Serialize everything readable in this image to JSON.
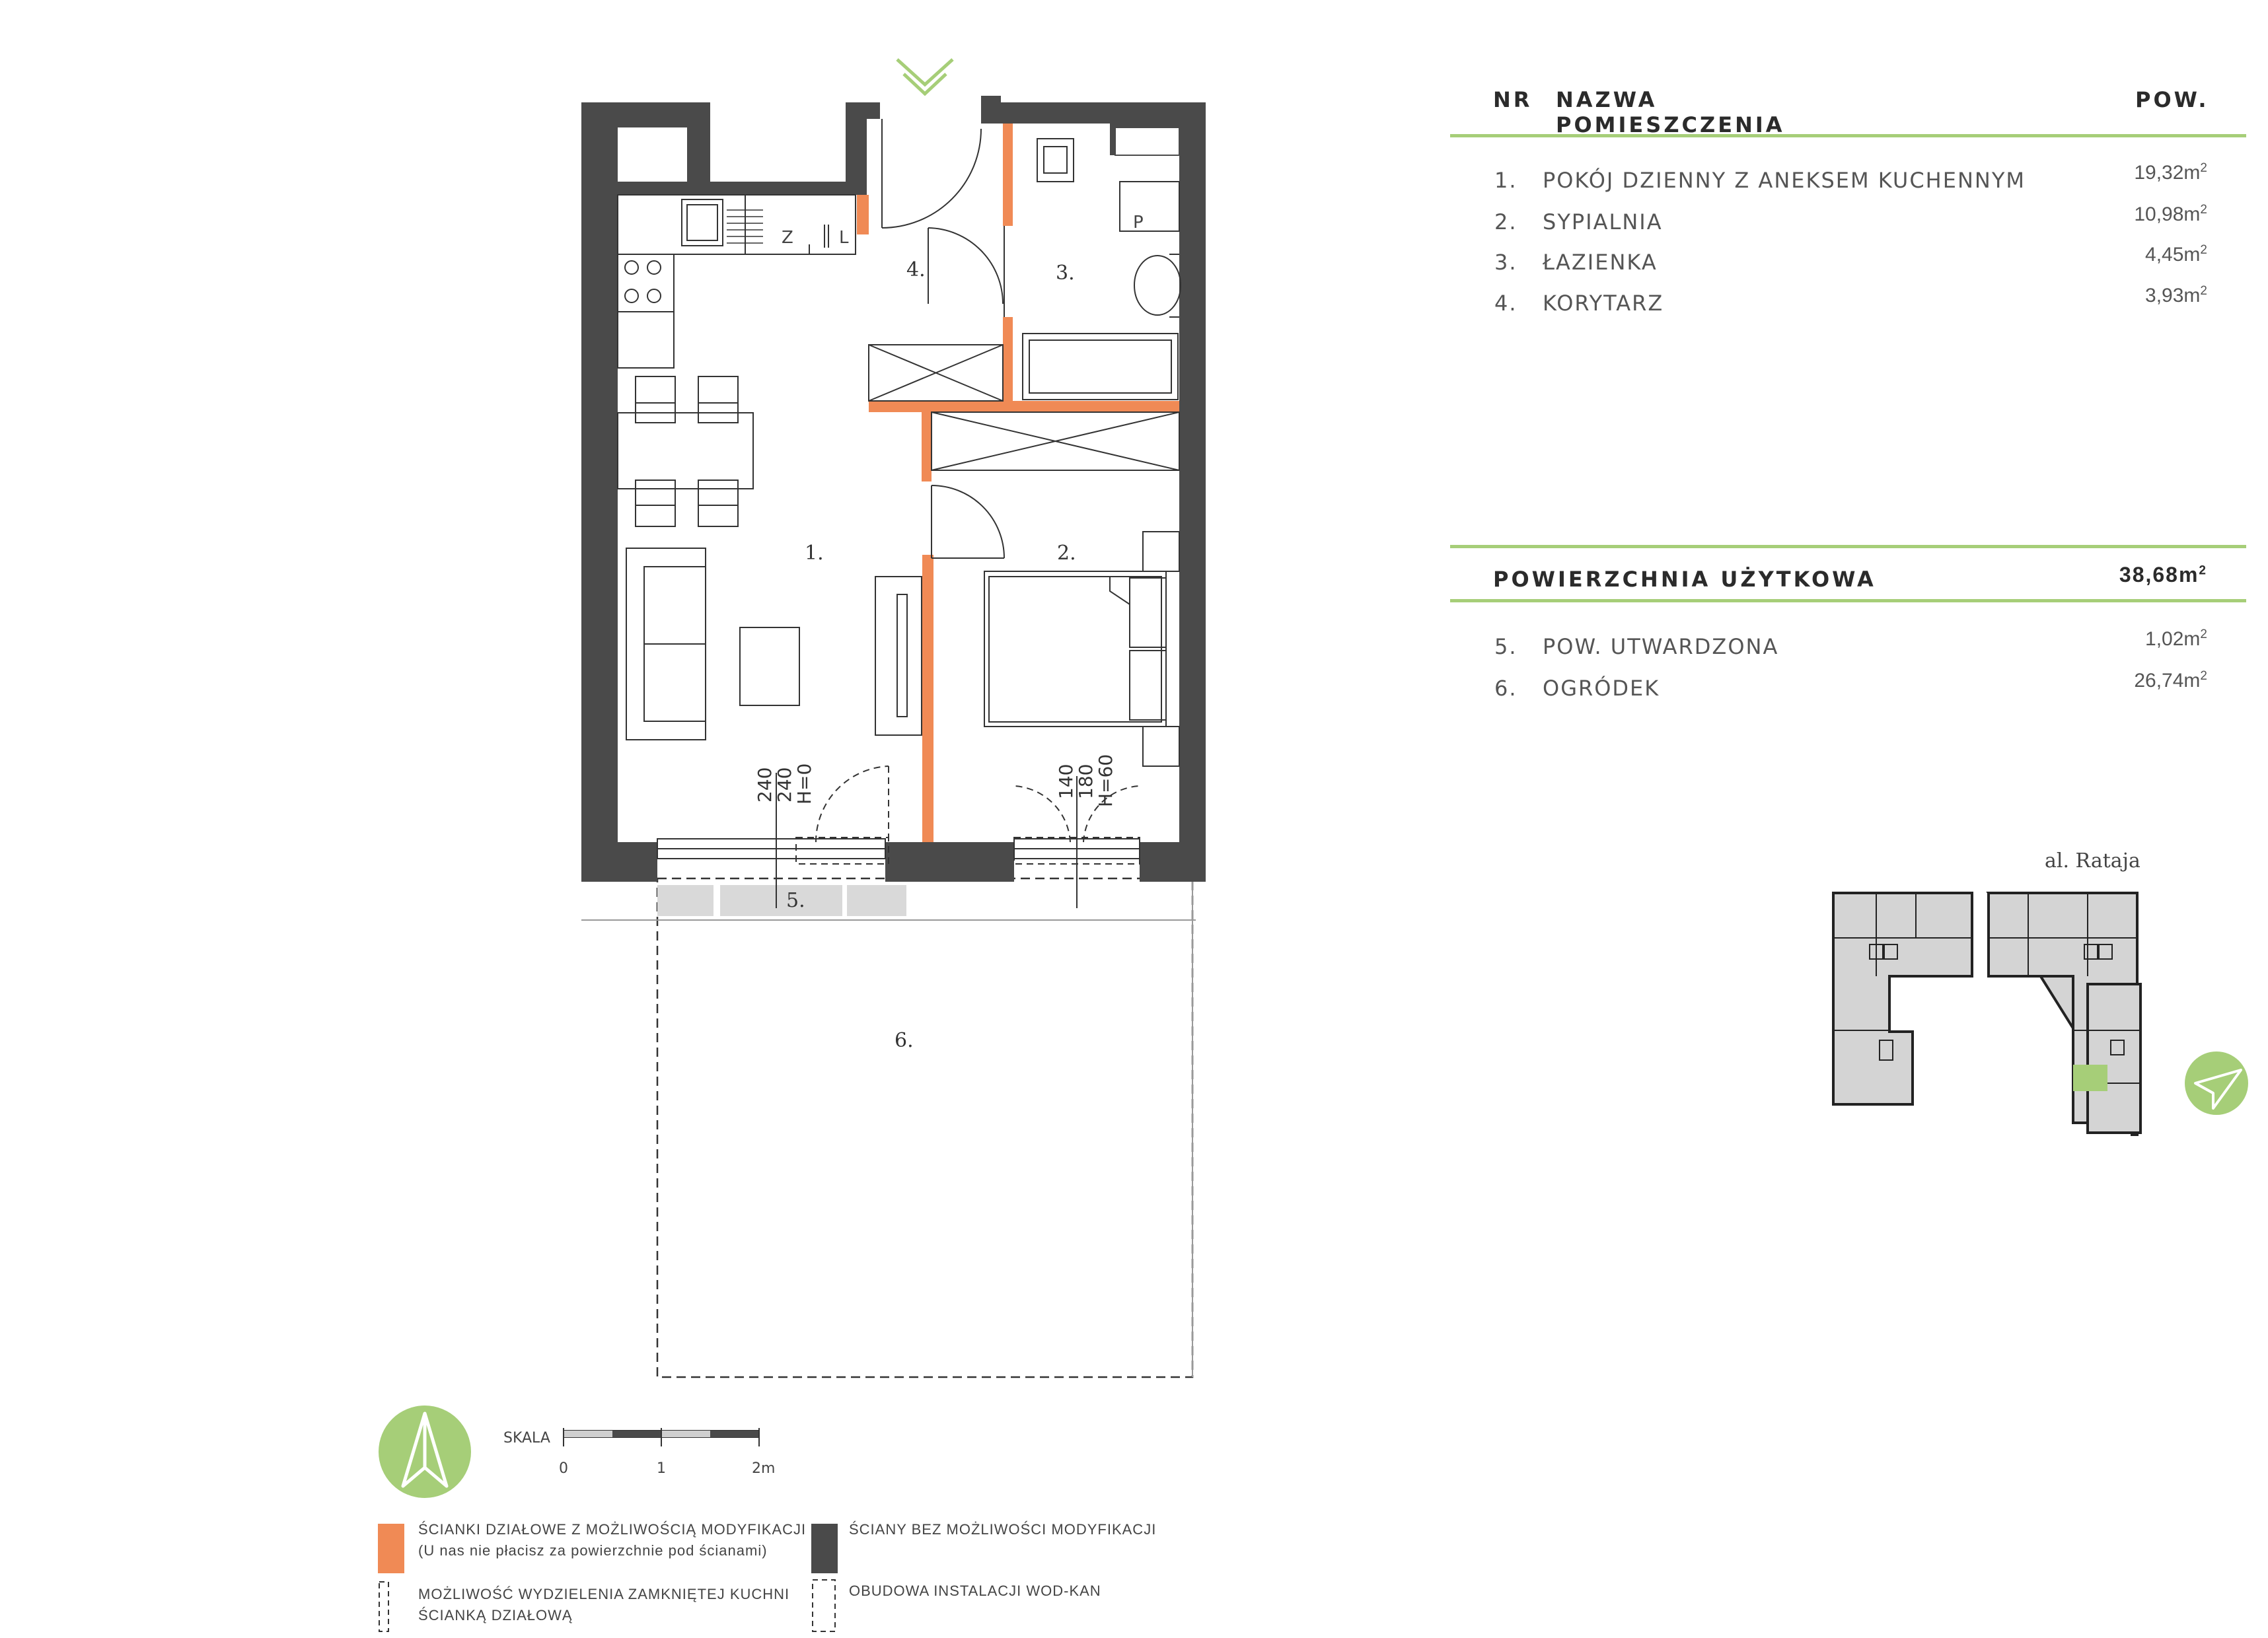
{
  "table": {
    "col_nr": "NR",
    "col_name": "NAZWA POMIESZCZENIA",
    "col_area": "POW.",
    "rooms": [
      {
        "nr": "1.",
        "name": "POKÓJ DZIENNY Z ANEKSEM KUCHENNYM",
        "area": "19,32m",
        "unit_exp": "2"
      },
      {
        "nr": "2.",
        "name": "SYPIALNIA",
        "area": "10,98m",
        "unit_exp": "2"
      },
      {
        "nr": "3.",
        "name": "ŁAZIENKA",
        "area": "4,45m",
        "unit_exp": "2"
      },
      {
        "nr": "4.",
        "name": "KORYTARZ",
        "area": "3,93m",
        "unit_exp": "2"
      }
    ],
    "usable_label": "POWIERZCHNIA UŻYTKOWA",
    "usable_value": "38,68m",
    "usable_exp": "2",
    "extras": [
      {
        "nr": "5.",
        "name": "POW. UTWARDZONA",
        "area": "1,02m",
        "unit_exp": "2"
      },
      {
        "nr": "6.",
        "name": "OGRÓDEK",
        "area": "26,74m",
        "unit_exp": "2"
      }
    ]
  },
  "plan_labels": {
    "r1": "1.",
    "r2": "2.",
    "r3": "3.",
    "r4": "4.",
    "r5": "5.",
    "r6": "6.",
    "fridge": "Z",
    "washer": "L",
    "wc": "P",
    "win1_a": "240",
    "win1_b": "240",
    "win1_c": "H=0",
    "win2_a": "140",
    "win2_b": "180",
    "win2_c": "H=60"
  },
  "location": {
    "street": "al. Rataja"
  },
  "scale": {
    "label": "SKALA",
    "t0": "0",
    "t1": "1",
    "t2": "2m"
  },
  "legend": {
    "orange_line1": "ŚCIANKI DZIAŁOWE Z MOŻLIWOŚCIĄ MODYFIKACJI",
    "orange_line2": "(U nas nie płacisz za powierzchnie pod ścianami)",
    "dark": "ŚCIANY BEZ MOŻLIWOŚCI MODYFIKACJI",
    "kitchen_line1": "MOŻLIWOŚĆ WYDZIELENIA ZAMKNIĘTEJ KUCHNI",
    "kitchen_line2": "ŚCIANKĄ DZIAŁOWĄ",
    "install": "OBUDOWA INSTALACJI WOD-KAN"
  },
  "colors": {
    "wall": "#4a4a4a",
    "partition": "#f08a55",
    "accent": "#a6ce78"
  }
}
